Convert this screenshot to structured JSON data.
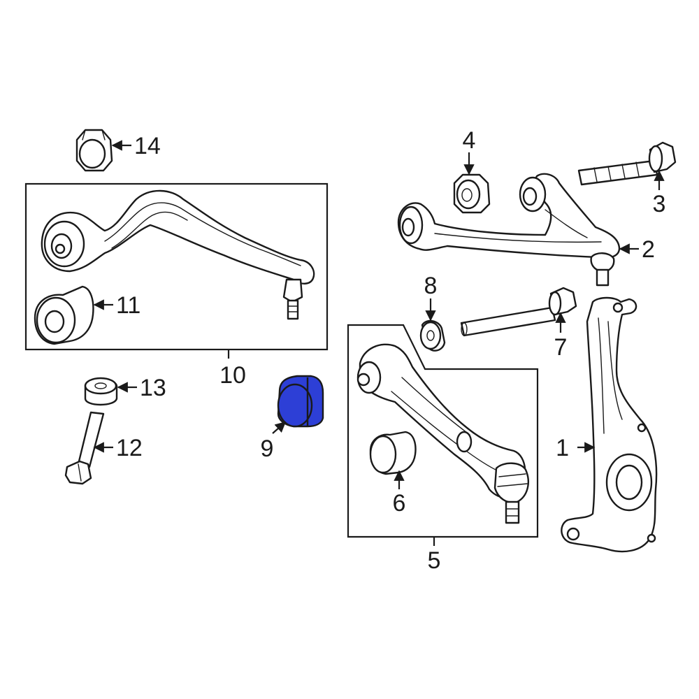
{
  "callouts": [
    {
      "id": "1",
      "text": "1"
    },
    {
      "id": "2",
      "text": "2"
    },
    {
      "id": "3",
      "text": "3"
    },
    {
      "id": "4",
      "text": "4"
    },
    {
      "id": "5",
      "text": "5"
    },
    {
      "id": "6",
      "text": "6"
    },
    {
      "id": "7",
      "text": "7"
    },
    {
      "id": "8",
      "text": "8"
    },
    {
      "id": "9",
      "text": "9"
    },
    {
      "id": "10",
      "text": "10"
    },
    {
      "id": "11",
      "text": "11"
    },
    {
      "id": "12",
      "text": "12"
    },
    {
      "id": "13",
      "text": "13"
    },
    {
      "id": "14",
      "text": "14"
    }
  ],
  "colors": {
    "highlight": "#2d3fd6",
    "line": "#1a1a1a",
    "background": "#ffffff"
  },
  "highlighted_part": "9"
}
